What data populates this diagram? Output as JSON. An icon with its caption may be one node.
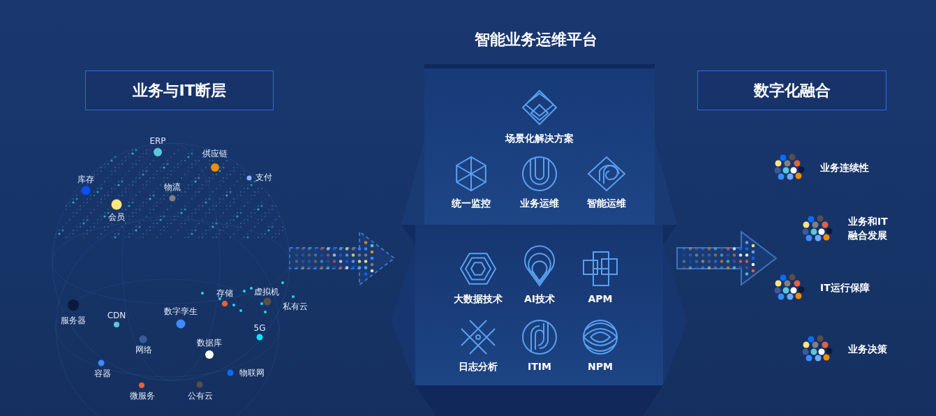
{
  "diagram": {
    "nodes": [
      {
        "text": [
          "业务与IT断层"
        ]
      },
      {
        "text": [],
        "shape": "picture"
      },
      {
        "text": [
          "智能业务运维平台"
        ]
      },
      {
        "text": [
          "场景化解决方案"
        ],
        "in": 2
      },
      {
        "text": [],
        "shape": "box",
        "in": 2
      },
      {
        "text": [
          "数字化融合"
        ]
      }
    ],
    "edges": [
      {
        "from": 1,
        "to": 2,
        "arrow": "to",
        "style": "dashed"
      },
      {
        "from": 2,
        "to": null,
        "arrow": "to"
      }
    ],
    "labels": [
      "ERP",
      "供应链",
      "库存",
      "支付",
      "物流",
      "会员",
      "存储",
      "虚拟机",
      "私有云",
      "服务器",
      "CDN",
      "数字孪生",
      "5G",
      "网络",
      "数据库",
      "容器",
      "物联网",
      "微服务",
      "公有云",
      "统一监控",
      "业务运维",
      "智能运维",
      "大数据技术",
      "AI技术",
      "APM",
      "日志分析",
      "ITIM",
      "NPM",
      "业务连续性",
      "业务和IT 融合发展",
      "IT运行保障",
      "业务决策"
    ]
  }
}
